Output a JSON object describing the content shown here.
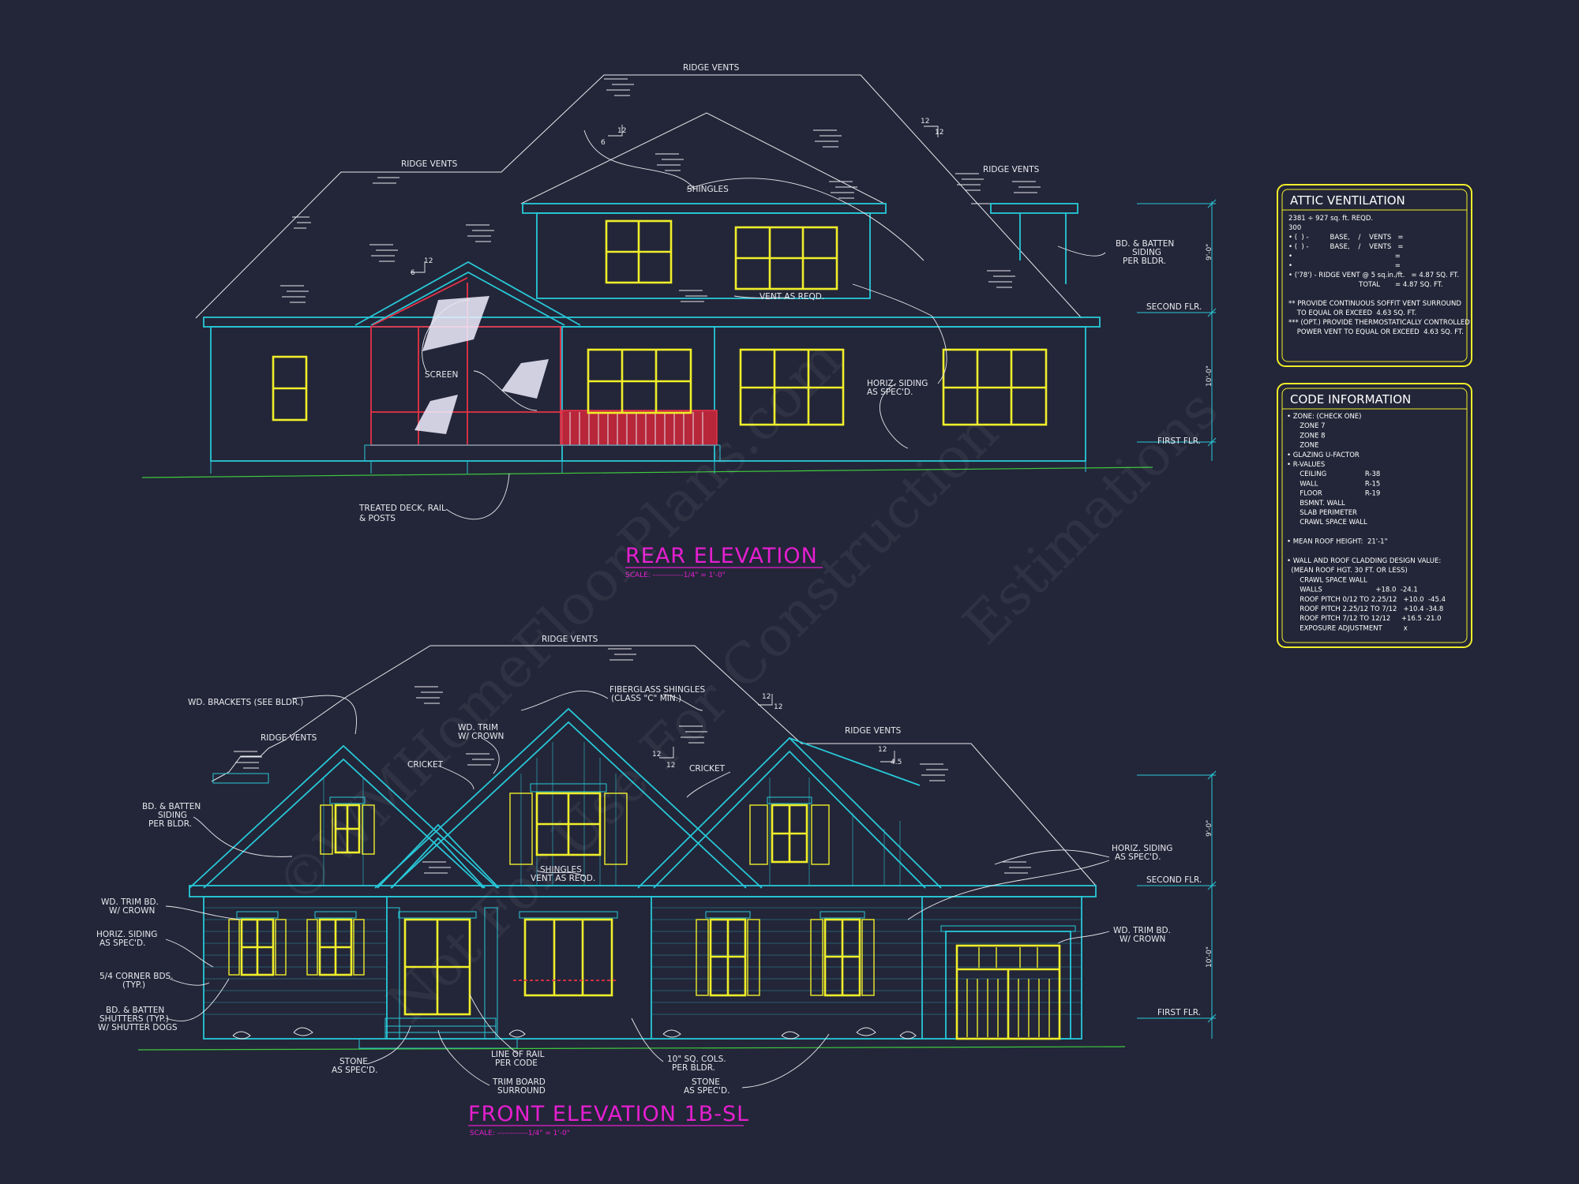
{
  "rear": {
    "title": "REAR ELEVATION",
    "scale": "SCALE: ------------1/4\" = 1'-0\"",
    "labels": {
      "ridge_vents_top": "RIDGE VENTS",
      "ridge_vents_left": "RIDGE VENTS",
      "ridge_vents_right": "RIDGE VENTS",
      "shingles": "SHINGLES",
      "vent_as_reqd": "VENT AS REQD.",
      "screen": "SCREEN",
      "horiz_siding_1": "HORIZ. SIDING",
      "horiz_siding_2": "AS SPEC'D.",
      "bd_batten_1": "BD. & BATTEN",
      "bd_batten_2": "SIDING",
      "bd_batten_3": "PER BLDR.",
      "deck_1": "TREATED DECK, RAIL",
      "deck_2": "& POSTS",
      "second_flr": "SECOND FLR.",
      "first_flr": "FIRST FLR.",
      "dim_upper": "9'-0\"",
      "dim_lower": "10'-0\"",
      "pitch_a_rise": "6",
      "pitch_a_run": "12",
      "pitch_b_rise": "6",
      "pitch_b_run": "12",
      "pitch_c_rise": "12",
      "pitch_c_run": "12"
    }
  },
  "front": {
    "title": "FRONT ELEVATION 1B-SL",
    "scale": "SCALE: ------------1/4\" = 1'-0\"",
    "labels": {
      "ridge_vents_top": "RIDGE VENTS",
      "ridge_vents_left": "RIDGE VENTS",
      "ridge_vents_right": "RIDGE VENTS",
      "wd_brackets": "WD. BRACKETS (SEE BLDR.)",
      "fiberglass_1": "FIBERGLASS SHINGLES",
      "fiberglass_2": "(CLASS \"C\" MIN.)",
      "wd_trim_1": "WD. TRIM",
      "wd_trim_2": "W/ CROWN",
      "cricket_1": "CRICKET",
      "cricket_2": "CRICKET",
      "bd_batten_1": "BD. & BATTEN",
      "bd_batten_2": "SIDING",
      "bd_batten_3": "PER BLDR.",
      "shingles": "SHINGLES",
      "vent_as_reqd": "VENT AS REQD.",
      "wd_trim_bd_1": "WD. TRIM BD.",
      "wd_trim_bd_2": "W/ CROWN",
      "horiz_left_1": "HORIZ. SIDING",
      "horiz_left_2": "AS SPEC'D.",
      "corner_1": "5/4 CORNER BDS.",
      "corner_2": "(TYP.)",
      "shutters_1": "BD. & BATTEN",
      "shutters_2": "SHUTTERS (TYP.)",
      "shutters_3": "W/ SHUTTER DOGS",
      "stone_left_1": "STONE",
      "stone_left_2": "AS SPEC'D.",
      "rail_1": "LINE OF RAIL",
      "rail_2": "PER CODE",
      "trim_board_1": "TRIM BOARD",
      "trim_board_2": "SURROUND",
      "cols_1": "10\" SQ. COLS.",
      "cols_2": "PER BLDR.",
      "stone_right_1": "STONE",
      "stone_right_2": "AS SPEC'D.",
      "horiz_right_1": "HORIZ. SIDING",
      "horiz_right_2": "AS SPEC'D.",
      "wd_trim_right_1": "WD. TRIM BD.",
      "wd_trim_right_2": "W/ CROWN",
      "second_flr": "SECOND FLR.",
      "first_flr": "FIRST FLR.",
      "dim_upper": "9'-0\"",
      "dim_lower": "10'-0\"",
      "pitch_a_rise": "12",
      "pitch_a_run": "12",
      "pitch_b_rise": "12",
      "pitch_b_run": "12",
      "pitch_c_rise": "12",
      "pitch_c_run": "4.5"
    }
  },
  "attic": {
    "title": "ATTIC VENTILATION",
    "lines": [
      "2381 ÷ 927 sq. ft. REQD.",
      "300",
      "• (  ) -          BASE,    /    VENTS   =",
      "• (  ) -          BASE,    /    VENTS   =",
      "•                                                =",
      "•                                                =",
      "• ('78') - RIDGE VENT @ 5 sq.in./ft.   = 4.87 SQ. FT.",
      "                                 TOTAL       = 4.87 SQ. FT.",
      "",
      "** PROVIDE CONTINUOUS SOFFIT VENT SURROUND",
      "    TO EQUAL OR EXCEED  4.63 SQ. FT.",
      "*** (OPT.) PROVIDE THERMOSTATICALLY CONTROLLED",
      "    POWER VENT TO EQUAL OR EXCEED  4.63 SQ. FT."
    ]
  },
  "code": {
    "title": "CODE INFORMATION",
    "lines": [
      "• ZONE: (CHECK ONE)",
      "      ZONE 7",
      "      ZONE 8",
      "      ZONE",
      "• GLAZING U-FACTOR",
      "• R-VALUES",
      "      CEILING                  R-38",
      "      WALL                      R-15",
      "      FLOOR                    R-19",
      "      BSMNT. WALL",
      "      SLAB PERIMETER",
      "      CRAWL SPACE WALL",
      "",
      "• MEAN ROOF HEIGHT:  21'-1\"",
      "",
      "• WALL AND ROOF CLADDING DESIGN VALUE:",
      "  (MEAN ROOF HGT. 30 FT. OR LESS)",
      "      CRAWL SPACE WALL",
      "      WALLS                         +18.0  -24.1",
      "      ROOF PITCH 0/12 TO 2.25/12   +10.0  -45.4",
      "      ROOF PITCH 2.25/12 TO 7/12   +10.4 -34.8",
      "      ROOF PITCH 7/12 TO 12/12     +16.5 -21.0",
      "      EXPOSURE ADJUSTMENT          x"
    ]
  },
  "watermark": {
    "line1": "©WMHomeFloorPlans.com",
    "line2": "Not For Use For Construction",
    "line3": "Estimations"
  },
  "colors": {
    "background": "#232638",
    "wall_lines": "#27c8d8",
    "windows": "#f0ee2a",
    "screen_porch": "#e83247",
    "titles": "#e51fd0",
    "ground": "#3ec93e",
    "panel_border": "#f0ee2a"
  }
}
